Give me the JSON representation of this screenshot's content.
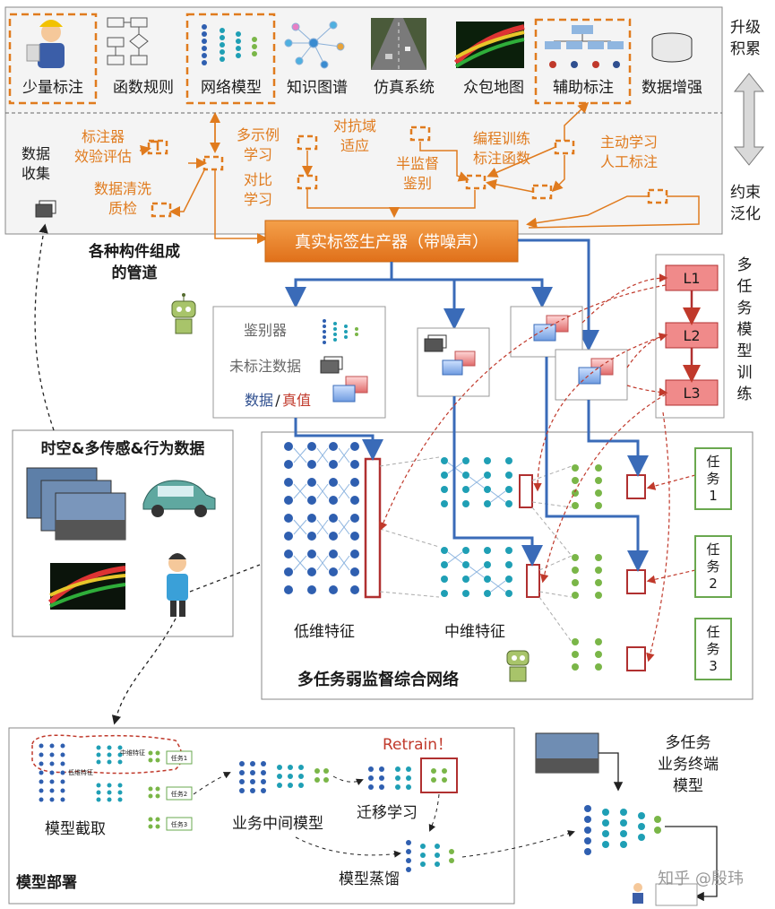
{
  "top_section": {
    "components": [
      {
        "label": "少量标注",
        "highlight": true
      },
      {
        "label": "函数规则",
        "highlight": false
      },
      {
        "label": "网络模型",
        "highlight": true
      },
      {
        "label": "知识图谱",
        "highlight": false
      },
      {
        "label": "仿真系统",
        "highlight": false
      },
      {
        "label": "众包地图",
        "highlight": false
      },
      {
        "label": "辅助标注",
        "highlight": true
      },
      {
        "label": "数据增强",
        "highlight": false
      }
    ],
    "side_top": [
      "升级",
      "积累"
    ],
    "side_bottom": [
      "约束",
      "泛化"
    ],
    "data_collect": [
      "数据",
      "收集"
    ],
    "methods": {
      "annot_eval": [
        "标注器",
        "效验评估"
      ],
      "data_clean": [
        "数据清洗",
        "质检"
      ],
      "multi_instance": [
        "多示例",
        "学习"
      ],
      "contrast": [
        "对比",
        "学习"
      ],
      "adversarial": [
        "对抗域",
        "适应"
      ],
      "semi_sup": [
        "半监督",
        "鉴别"
      ],
      "prog_train": [
        "编程训练",
        "标注函数"
      ],
      "active": [
        "主动学习",
        "人工标注"
      ]
    },
    "pipeline_label": [
      "各种构件组成",
      "的管道"
    ],
    "label_producer": "真实标签生产器（带噪声）"
  },
  "discriminator_box": {
    "discriminator": "鉴别器",
    "unlabeled": "未标注数据",
    "data_prefix": "数据",
    "slash": "/",
    "truth": "真值"
  },
  "multitask_training": {
    "title_chars": [
      "多",
      "任",
      "务",
      "模",
      "型",
      "训",
      "练"
    ],
    "losses": [
      "L1",
      "L2",
      "L3"
    ]
  },
  "sensor_box": {
    "title": "时空&多传感&行为数据"
  },
  "network": {
    "low_label": "低维特征",
    "mid_label": "中维特征",
    "title": "多任务弱监督综合网络",
    "tasks": [
      [
        "任",
        "务",
        "1"
      ],
      [
        "任",
        "务",
        "2"
      ],
      [
        "任",
        "务",
        "3"
      ]
    ]
  },
  "deploy": {
    "retrain": "Retrain！",
    "cut": "模型截取",
    "middle": "业务中间模型",
    "transfer": "迁移学习",
    "distill": "模型蒸馏",
    "title": "模型部署",
    "terminal": [
      "多任务",
      "业务终端",
      "模型"
    ],
    "mini_labels": [
      "中维特征",
      "低维特征",
      "任务1",
      "任务2",
      "任务3"
    ],
    "watermark": "知乎 @殷玮"
  },
  "colors": {
    "orange": "#e07b1e",
    "blue_arrow": "#3a6bb8",
    "red_dash": "#c0392b",
    "loss_fill": "#f08a8a",
    "task_border": "#6aa84f",
    "neuron_blue": "#2f5fb0",
    "neuron_teal": "#1f9fb5",
    "neuron_green": "#7ab648"
  }
}
